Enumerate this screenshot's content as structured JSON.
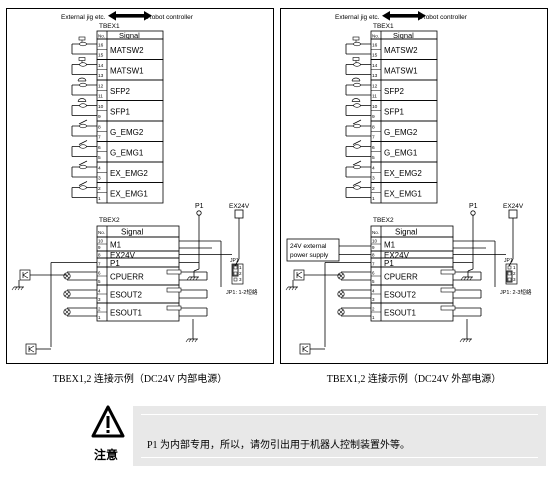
{
  "panels": [
    {
      "header_left": "External jig etc.",
      "header_right": "Robot controller",
      "tbex1": {
        "title": "TBEX1",
        "no_header": "No.",
        "signal_header": "Signal",
        "rows": [
          {
            "pins": [
              "16",
              "15"
            ],
            "signal": "MATSW2"
          },
          {
            "pins": [
              "14",
              "13"
            ],
            "signal": "MATSW1"
          },
          {
            "pins": [
              "12",
              "11"
            ],
            "signal": "SFP2"
          },
          {
            "pins": [
              "10",
              "9"
            ],
            "signal": "SFP1"
          },
          {
            "pins": [
              "8",
              "7"
            ],
            "signal": "G_EMG2"
          },
          {
            "pins": [
              "6",
              "5"
            ],
            "signal": "G_EMG1"
          },
          {
            "pins": [
              "4",
              "3"
            ],
            "signal": "EX_EMG2"
          },
          {
            "pins": [
              "2",
              "1"
            ],
            "signal": "EX_EMG1"
          }
        ]
      },
      "tbex2": {
        "title": "TBEX2",
        "no_header": "No.",
        "signal_header": "Signal",
        "rows": [
          {
            "pins": [
              "10",
              "9"
            ],
            "signal": "M1"
          },
          {
            "pins": [
              "8"
            ],
            "signal": "EX24V"
          },
          {
            "pins": [
              "7"
            ],
            "signal": "P1"
          },
          {
            "pins": [
              "6",
              "5"
            ],
            "signal": "CPUERR"
          },
          {
            "pins": [
              "4",
              "3"
            ],
            "signal": "ESOUT2"
          },
          {
            "pins": [
              "2",
              "1"
            ],
            "signal": "ESOUT1"
          }
        ]
      },
      "p1_label": "P1",
      "ex24v_label": "EX24V",
      "jp_label": "JP1",
      "jp_pins": [
        "1",
        "2",
        "3"
      ],
      "jp_note": "JP1: 1-2短絡",
      "external_supply": "",
      "caption": "TBEX1,2 连接示例（DC24V 内部电源）"
    },
    {
      "header_left": "External jig etc.",
      "header_right": "Robot controller",
      "tbex1": {
        "title": "TBEX1",
        "no_header": "No.",
        "signal_header": "Signal",
        "rows": [
          {
            "pins": [
              "16",
              "15"
            ],
            "signal": "MATSW2"
          },
          {
            "pins": [
              "14",
              "13"
            ],
            "signal": "MATSW1"
          },
          {
            "pins": [
              "12",
              "11"
            ],
            "signal": "SFP2"
          },
          {
            "pins": [
              "10",
              "9"
            ],
            "signal": "SFP1"
          },
          {
            "pins": [
              "8",
              "7"
            ],
            "signal": "G_EMG2"
          },
          {
            "pins": [
              "6",
              "5"
            ],
            "signal": "G_EMG1"
          },
          {
            "pins": [
              "4",
              "3"
            ],
            "signal": "EX_EMG2"
          },
          {
            "pins": [
              "2",
              "1"
            ],
            "signal": "EX_EMG1"
          }
        ]
      },
      "tbex2": {
        "title": "TBEX2",
        "no_header": "No.",
        "signal_header": "Signal",
        "rows": [
          {
            "pins": [
              "10",
              "9"
            ],
            "signal": "M1"
          },
          {
            "pins": [
              "8"
            ],
            "signal": "EX24V"
          },
          {
            "pins": [
              "7"
            ],
            "signal": "P1"
          },
          {
            "pins": [
              "6",
              "5"
            ],
            "signal": "CPUERR"
          },
          {
            "pins": [
              "4",
              "3"
            ],
            "signal": "ESOUT2"
          },
          {
            "pins": [
              "2",
              "1"
            ],
            "signal": "ESOUT1"
          }
        ]
      },
      "p1_label": "P1",
      "ex24v_label": "EX24V",
      "jp_label": "JP1",
      "jp_pins": [
        "1",
        "2",
        "3"
      ],
      "jp_note": "JP1: 2-3短絡",
      "external_supply": "24V external power supply",
      "caption": "TBEX1,2 连接示例（DC24V 外部电源）"
    }
  ],
  "note": {
    "label": "注意",
    "text": "P1 为内部专用，所以，请勿引出用于机器人控制装置外等。"
  }
}
